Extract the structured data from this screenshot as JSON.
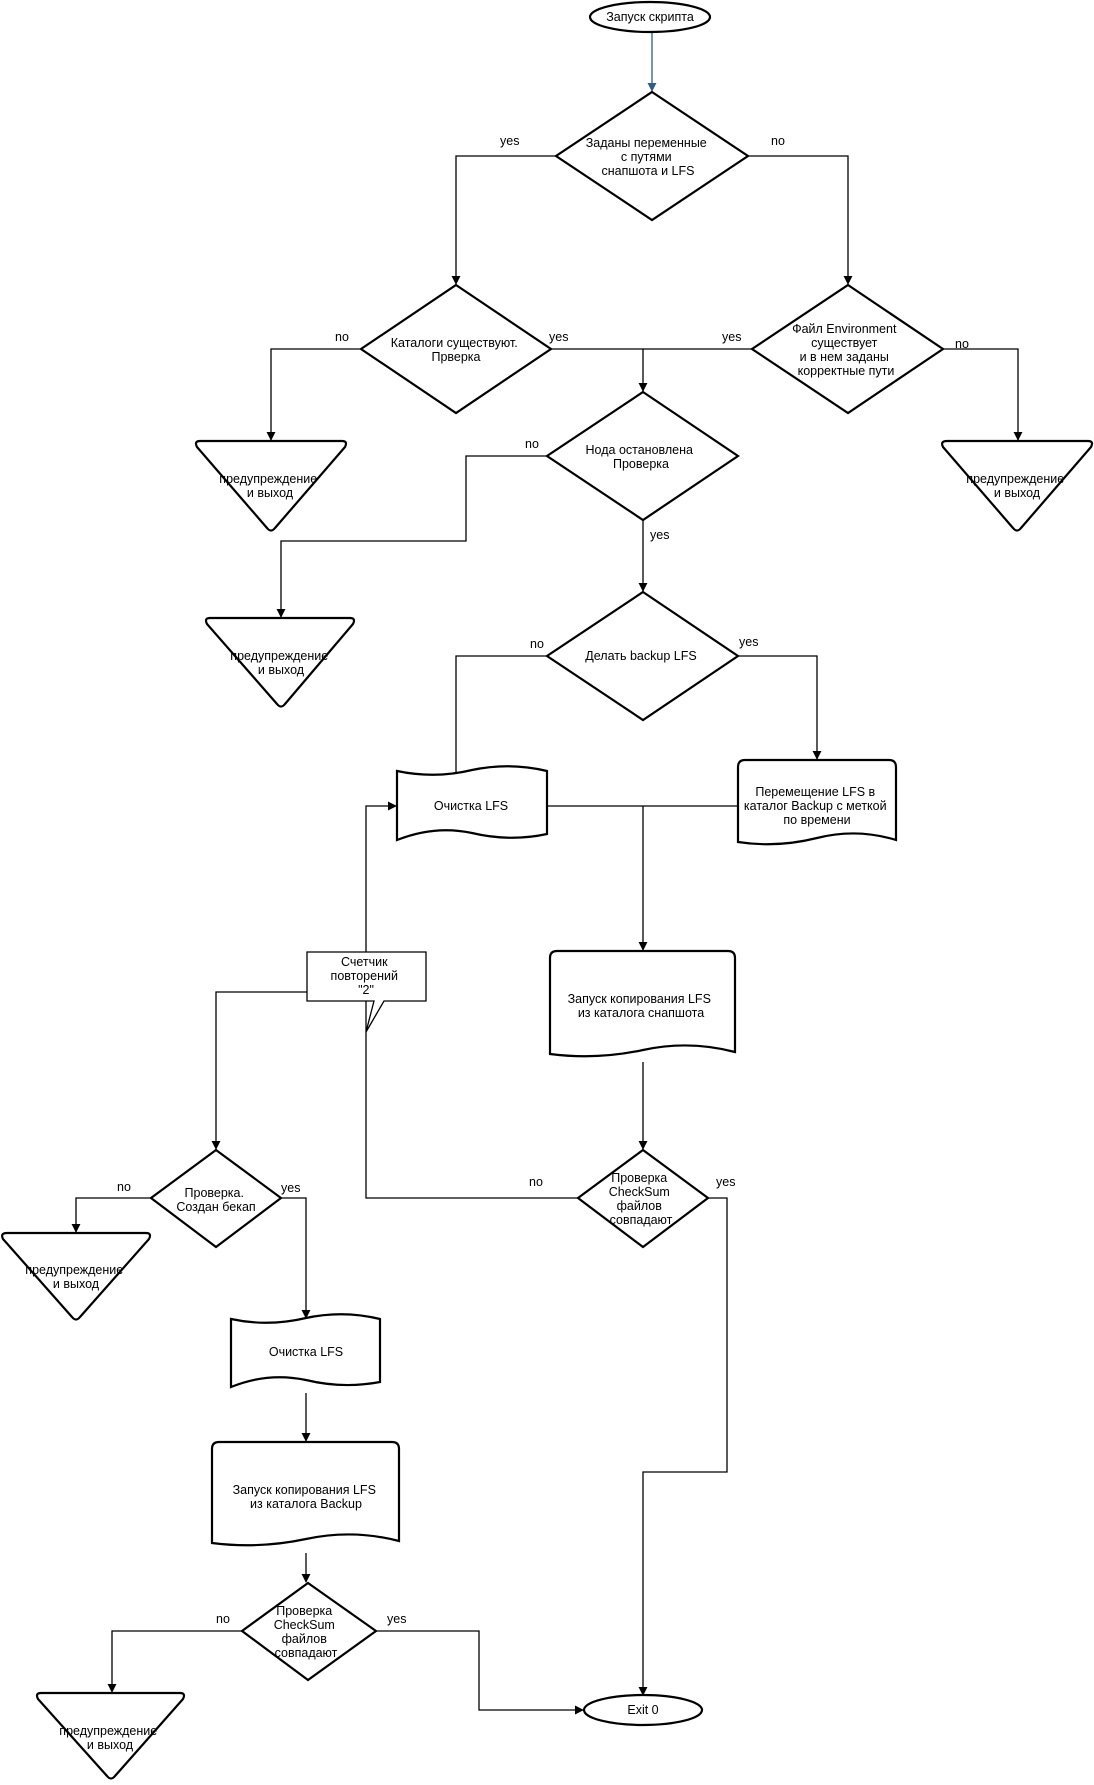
{
  "nodes": {
    "start": [
      "Запуск скрипта"
    ],
    "check_vars": [
      "Заданы переменные",
      "с путями",
      "снапшота и LFS"
    ],
    "catalogs_exist": [
      "Каталоги существуют.",
      "Прверка"
    ],
    "env_file": [
      "Файл Environment",
      "существует",
      "и в нем заданы",
      "корректные пути"
    ],
    "warn1": [
      "предупреждение",
      "и выход"
    ],
    "warn2": [
      "предупреждение",
      "и выход"
    ],
    "node_stopped": [
      "Нода остановлена",
      "Проверка"
    ],
    "warn3": [
      "предупреждение",
      "и выход"
    ],
    "do_backup": [
      "Делать backup LFS"
    ],
    "clean_lfs_1": [
      "Очистка LFS"
    ],
    "move_lfs": [
      "Перемещение LFS в",
      "каталог Backup с меткой",
      "по времени"
    ],
    "retry_counter": [
      "Счетчик",
      "повторений",
      "\"2\""
    ],
    "copy_from_snapshot": [
      "Запуск копирования LFS",
      "из каталога снапшота"
    ],
    "check_backup": [
      "Проверка.",
      "Создан бекап"
    ],
    "checksum_1": [
      "Проверка",
      "CheckSum",
      "файлов",
      "совпадают"
    ],
    "warn4": [
      "предупреждение",
      "и выход"
    ],
    "clean_lfs_2": [
      "Очистка LFS"
    ],
    "copy_from_backup": [
      "Запуск копирования LFS",
      "из каталога Backup"
    ],
    "checksum_2": [
      "Проверка",
      "CheckSum",
      "файлов",
      "совпадают"
    ],
    "warn5": [
      "предупреждение",
      "и выход"
    ],
    "exit": [
      "Exit 0"
    ]
  },
  "edge_labels": {
    "check_vars_yes": "yes",
    "check_vars_no": "no",
    "catalogs_no": "no",
    "catalogs_yes": "yes",
    "env_yes": "yes",
    "env_no": "no",
    "node_no": "no",
    "node_yes": "yes",
    "backup_no": "no",
    "backup_yes": "yes",
    "created_no": "no",
    "created_yes": "yes",
    "checksum1_no": "no",
    "checksum1_yes": "yes",
    "checksum2_no": "no",
    "checksum2_yes": "yes"
  }
}
